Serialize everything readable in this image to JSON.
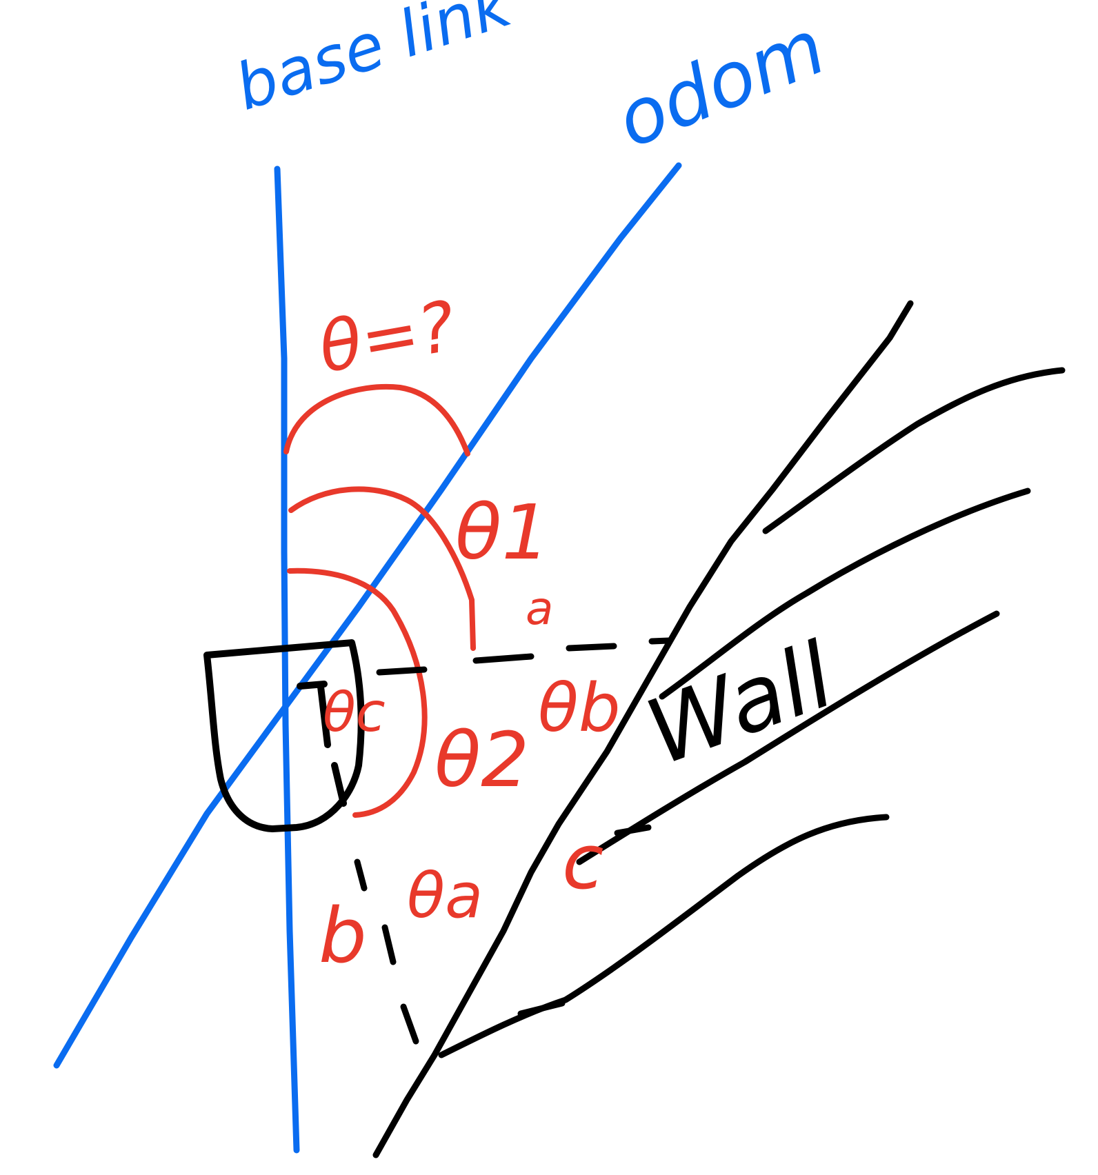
{
  "labels": {
    "base_link": "base link",
    "odom": "odom",
    "theta_question": "θ=?",
    "theta_1": "θ1",
    "theta_2": "θ2",
    "theta_a": "θa",
    "theta_b": "θb",
    "theta_c": "θc",
    "seg_a": "a",
    "seg_b": "b",
    "seg_c": "c",
    "wall": "Wall"
  },
  "colors": {
    "frame_axes": "#0a6cf0",
    "angles": "#e8392b",
    "structure": "#000000"
  }
}
